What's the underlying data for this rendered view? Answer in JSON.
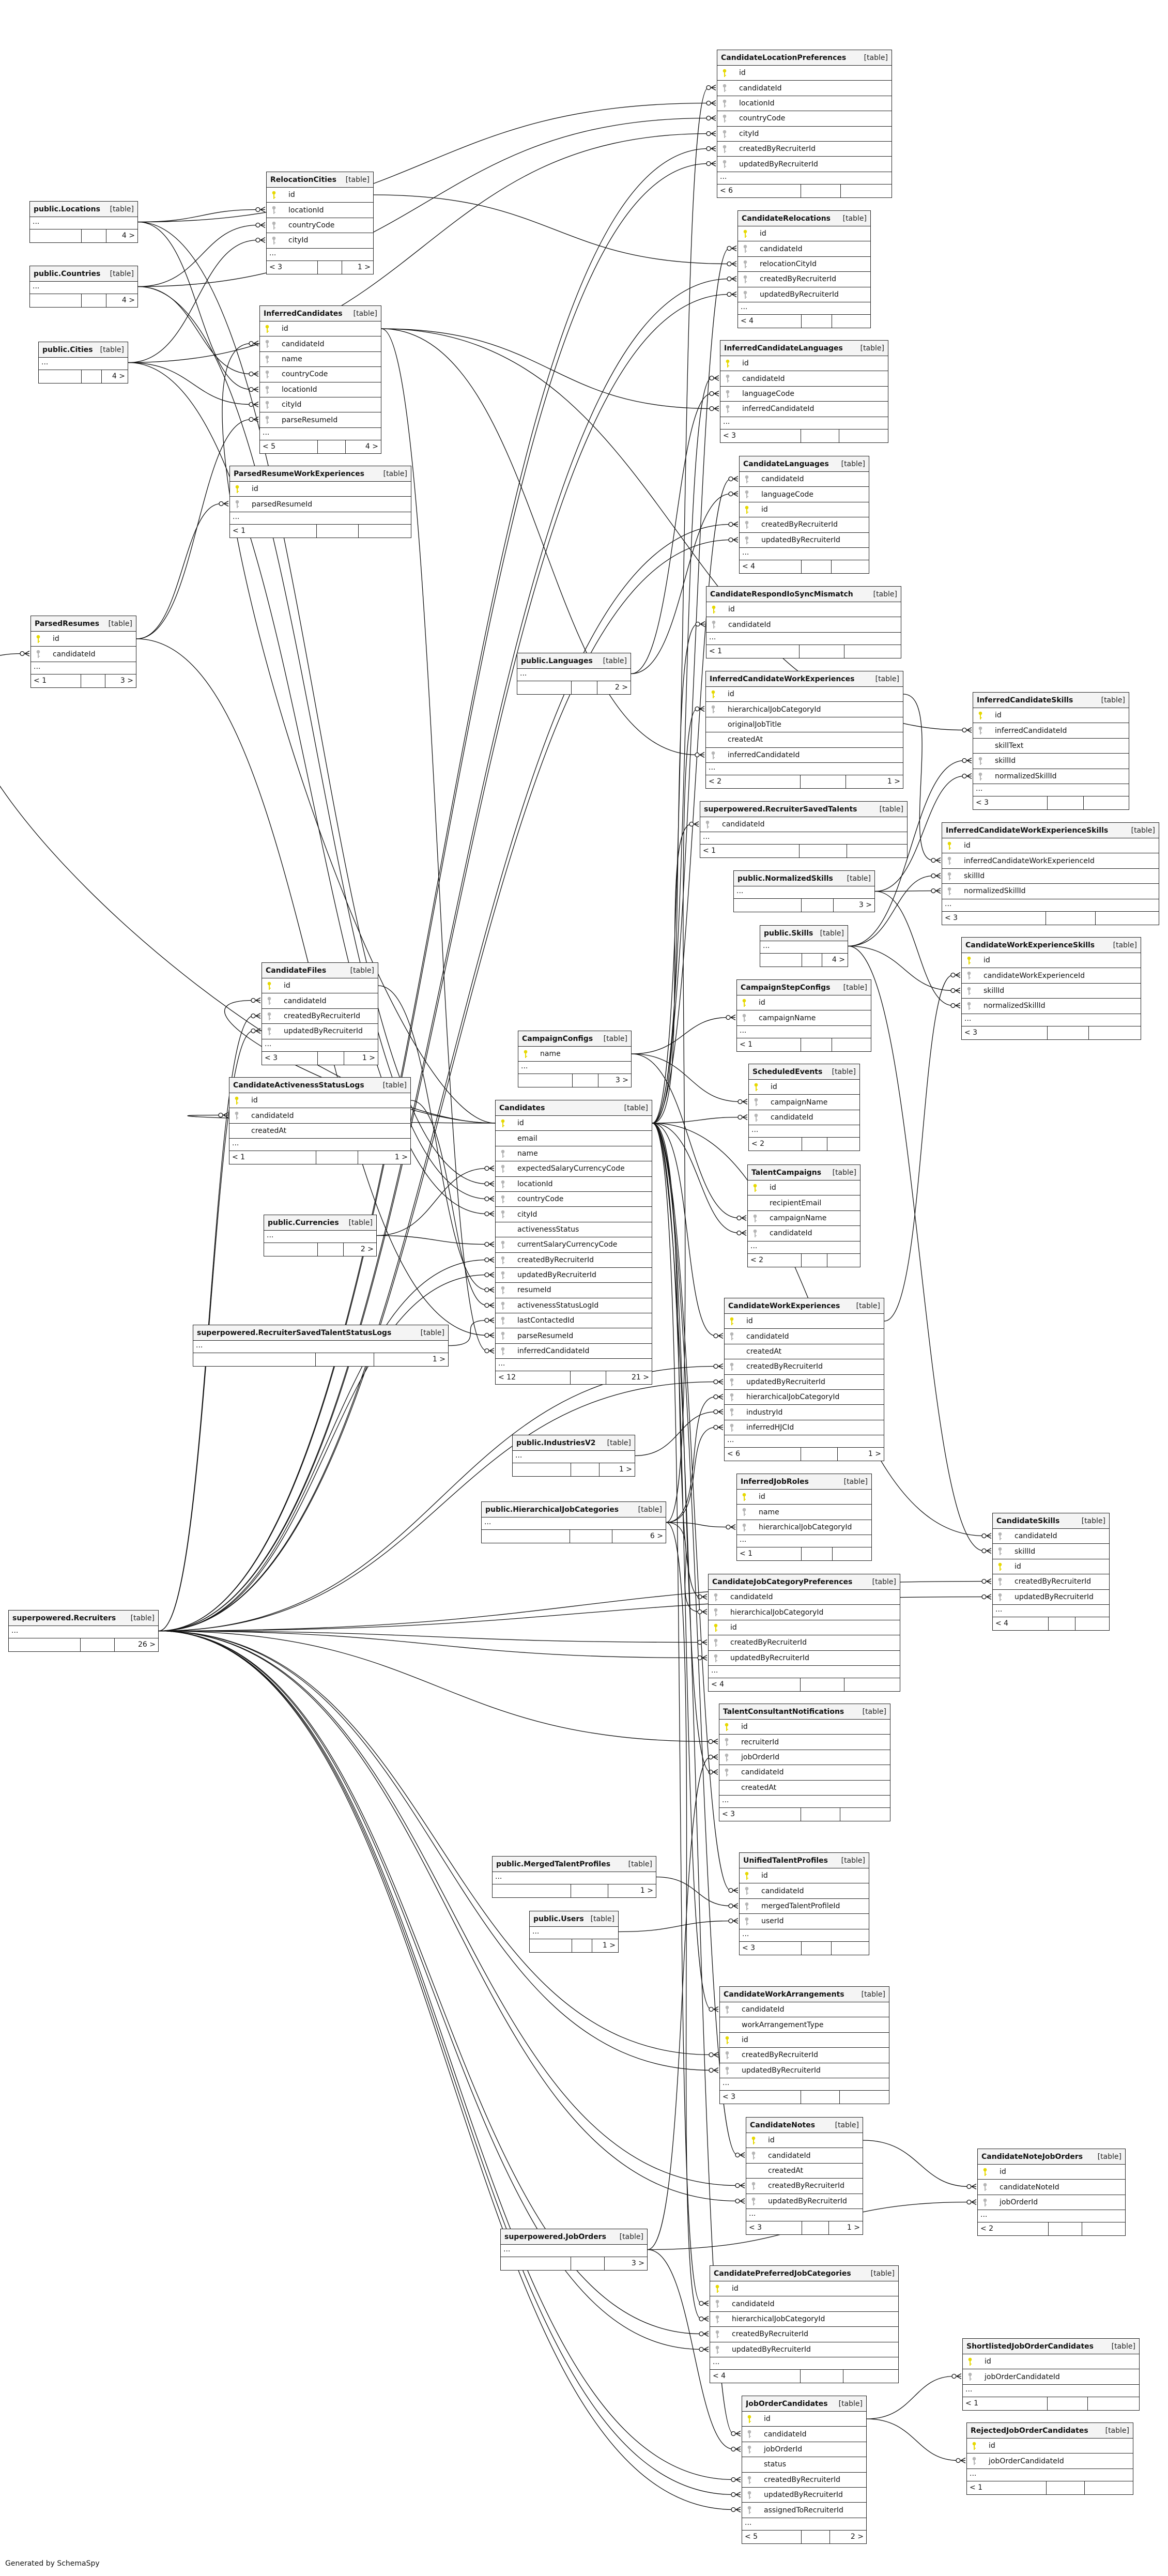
{
  "table_tag": "[table]",
  "ellipsis": "...",
  "footer_note": "Generated by SchemaSpy",
  "colors": {
    "pk_key": "#e6d800",
    "fk_key": "#b5b5b5",
    "line": "#111111",
    "header_bg": "#f4f4f4"
  },
  "tables": [
    {
      "name": "CandidateLocationPreferences",
      "rows": [
        {
          "n": "id",
          "k": "pk"
        },
        {
          "n": "candidateId",
          "k": "fk"
        },
        {
          "n": "locationId",
          "k": "fk"
        },
        {
          "n": "countryCode",
          "k": "fk"
        },
        {
          "n": "cityId",
          "k": "fk"
        },
        {
          "n": "createdByRecruiterId",
          "k": "fk"
        },
        {
          "n": "updatedByRecruiterId",
          "k": "fk"
        }
      ],
      "fl": "< 6"
    },
    {
      "name": "RelocationCities",
      "rows": [
        {
          "n": "id",
          "k": "pk"
        },
        {
          "n": "locationId",
          "k": "fk"
        },
        {
          "n": "countryCode",
          "k": "fk"
        },
        {
          "n": "cityId",
          "k": "fk"
        }
      ],
      "fl": "< 3",
      "fr": "1 >"
    },
    {
      "name": "public.Locations",
      "rows": [],
      "fr": "4 >"
    },
    {
      "name": "public.Countries",
      "rows": [],
      "fr": "4 >"
    },
    {
      "name": "public.Cities",
      "rows": [],
      "fr": "4 >"
    },
    {
      "name": "CandidateRelocations",
      "rows": [
        {
          "n": "id",
          "k": "pk"
        },
        {
          "n": "candidateId",
          "k": "fk"
        },
        {
          "n": "relocationCityId",
          "k": "fk"
        },
        {
          "n": "createdByRecruiterId",
          "k": "fk"
        },
        {
          "n": "updatedByRecruiterId",
          "k": "fk"
        }
      ],
      "fl": "< 4"
    },
    {
      "name": "InferredCandidates",
      "rows": [
        {
          "n": "id",
          "k": "pk"
        },
        {
          "n": "candidateId",
          "k": "fk"
        },
        {
          "n": "name",
          "k": "fk"
        },
        {
          "n": "countryCode",
          "k": "fk"
        },
        {
          "n": "locationId",
          "k": "fk"
        },
        {
          "n": "cityId",
          "k": "fk"
        },
        {
          "n": "parseResumeId",
          "k": "fk"
        }
      ],
      "fl": "< 5",
      "fr": "4 >"
    },
    {
      "name": "InferredCandidateLanguages",
      "rows": [
        {
          "n": "id",
          "k": "pk"
        },
        {
          "n": "candidateId",
          "k": "fk"
        },
        {
          "n": "languageCode",
          "k": "fk"
        },
        {
          "n": "inferredCandidateId",
          "k": "fk"
        }
      ],
      "fl": "< 3"
    },
    {
      "name": "ParsedResumeWorkExperiences",
      "rows": [
        {
          "n": "id",
          "k": "pk"
        },
        {
          "n": "parsedResumeId",
          "k": "fk"
        }
      ],
      "fl": "< 1"
    },
    {
      "name": "CandidateLanguages",
      "rows": [
        {
          "n": "candidateId",
          "k": "fk"
        },
        {
          "n": "languageCode",
          "k": "fk"
        },
        {
          "n": "id",
          "k": "pk"
        },
        {
          "n": "createdByRecruiterId",
          "k": "fk"
        },
        {
          "n": "updatedByRecruiterId",
          "k": "fk"
        }
      ],
      "fl": "< 4"
    },
    {
      "name": "ParsedResumes",
      "rows": [
        {
          "n": "id",
          "k": "pk"
        },
        {
          "n": "candidateId",
          "k": "fk"
        }
      ],
      "fl": "< 1",
      "fr": "3 >"
    },
    {
      "name": "CandidateRespondIoSyncMismatch",
      "rows": [
        {
          "n": "id",
          "k": "pk"
        },
        {
          "n": "candidateId",
          "k": "fk"
        }
      ],
      "fl": "< 1"
    },
    {
      "name": "public.Languages",
      "rows": [],
      "fr": "2 >"
    },
    {
      "name": "InferredCandidateWorkExperiences",
      "rows": [
        {
          "n": "id",
          "k": "pk"
        },
        {
          "n": "hierarchicalJobCategoryId",
          "k": "fk"
        },
        {
          "n": "originalJobTitle",
          "k": ""
        },
        {
          "n": "createdAt",
          "k": ""
        },
        {
          "n": "inferredCandidateId",
          "k": "fk"
        }
      ],
      "fl": "< 2",
      "fr": "1 >"
    },
    {
      "name": "InferredCandidateSkills",
      "rows": [
        {
          "n": "id",
          "k": "pk"
        },
        {
          "n": "inferredCandidateId",
          "k": "fk"
        },
        {
          "n": "skillText",
          "k": ""
        },
        {
          "n": "skillId",
          "k": "fk"
        },
        {
          "n": "normalizedSkillId",
          "k": "fk"
        }
      ],
      "fl": "< 3"
    },
    {
      "name": "superpowered.RecruiterSavedTalents",
      "rows": [
        {
          "n": "candidateId",
          "k": "fk"
        }
      ],
      "fl": "< 1"
    },
    {
      "name": "InferredCandidateWorkExperienceSkills",
      "rows": [
        {
          "n": "id",
          "k": "pk"
        },
        {
          "n": "inferredCandidateWorkExperienceId",
          "k": "fk"
        },
        {
          "n": "skillId",
          "k": "fk"
        },
        {
          "n": "normalizedSkillId",
          "k": "fk"
        }
      ],
      "fl": "< 3"
    },
    {
      "name": "public.NormalizedSkills",
      "rows": [],
      "fr": "3 >"
    },
    {
      "name": "public.Skills",
      "rows": [],
      "fr": "4 >"
    },
    {
      "name": "CandidateWorkExperienceSkills",
      "rows": [
        {
          "n": "id",
          "k": "pk"
        },
        {
          "n": "candidateWorkExperienceId",
          "k": "fk"
        },
        {
          "n": "skillId",
          "k": "fk"
        },
        {
          "n": "normalizedSkillId",
          "k": "fk"
        }
      ],
      "fl": "< 3"
    },
    {
      "name": "CandidateFiles",
      "rows": [
        {
          "n": "id",
          "k": "pk"
        },
        {
          "n": "candidateId",
          "k": "fk"
        },
        {
          "n": "createdByRecruiterId",
          "k": "fk"
        },
        {
          "n": "updatedByRecruiterId",
          "k": "fk"
        }
      ],
      "fl": "< 3",
      "fr": "1 >"
    },
    {
      "name": "CampaignStepConfigs",
      "rows": [
        {
          "n": "id",
          "k": "pk"
        },
        {
          "n": "campaignName",
          "k": "fk"
        }
      ],
      "fl": "< 1"
    },
    {
      "name": "CampaignConfigs",
      "rows": [
        {
          "n": "name",
          "k": "pk"
        }
      ],
      "fr": "3 >"
    },
    {
      "name": "CandidateActivenessStatusLogs",
      "rows": [
        {
          "n": "id",
          "k": "pk"
        },
        {
          "n": "candidateId",
          "k": "fk"
        },
        {
          "n": "createdAt",
          "k": ""
        }
      ],
      "fl": "< 1",
      "fr": "1 >"
    },
    {
      "name": "ScheduledEvents",
      "rows": [
        {
          "n": "id",
          "k": "pk"
        },
        {
          "n": "campaignName",
          "k": "fk"
        },
        {
          "n": "candidateId",
          "k": "fk"
        }
      ],
      "fl": "< 2"
    },
    {
      "name": "Candidates",
      "rows": [
        {
          "n": "id",
          "k": "pk"
        },
        {
          "n": "email",
          "k": ""
        },
        {
          "n": "name",
          "k": "fk"
        },
        {
          "n": "expectedSalaryCurrencyCode",
          "k": "fk"
        },
        {
          "n": "locationId",
          "k": "fk"
        },
        {
          "n": "countryCode",
          "k": "fk"
        },
        {
          "n": "cityId",
          "k": "fk"
        },
        {
          "n": "activenessStatus",
          "k": ""
        },
        {
          "n": "currentSalaryCurrencyCode",
          "k": "fk"
        },
        {
          "n": "createdByRecruiterId",
          "k": "fk"
        },
        {
          "n": "updatedByRecruiterId",
          "k": "fk"
        },
        {
          "n": "resumeId",
          "k": "fk"
        },
        {
          "n": "activenessStatusLogId",
          "k": "fk"
        },
        {
          "n": "lastContactedId",
          "k": "fk"
        },
        {
          "n": "parseResumeId",
          "k": "fk"
        },
        {
          "n": "inferredCandidateId",
          "k": "fk"
        }
      ],
      "fl": "< 12",
      "fr": "21 >"
    },
    {
      "name": "TalentCampaigns",
      "rows": [
        {
          "n": "id",
          "k": "pk"
        },
        {
          "n": "recipientEmail",
          "k": ""
        },
        {
          "n": "campaignName",
          "k": "fk"
        },
        {
          "n": "candidateId",
          "k": "fk"
        }
      ],
      "fl": "< 2"
    },
    {
      "name": "public.Currencies",
      "rows": [],
      "fr": "2 >"
    },
    {
      "name": "superpowered.RecruiterSavedTalentStatusLogs",
      "rows": [],
      "fr": "1 >"
    },
    {
      "name": "CandidateWorkExperiences",
      "rows": [
        {
          "n": "id",
          "k": "pk"
        },
        {
          "n": "candidateId",
          "k": "fk"
        },
        {
          "n": "createdAt",
          "k": ""
        },
        {
          "n": "createdByRecruiterId",
          "k": "fk"
        },
        {
          "n": "updatedByRecruiterId",
          "k": "fk"
        },
        {
          "n": "hierarchicalJobCategoryId",
          "k": "fk"
        },
        {
          "n": "industryId",
          "k": "fk"
        },
        {
          "n": "inferredHJCId",
          "k": "fk"
        }
      ],
      "fl": "< 6",
      "fr": "1 >"
    },
    {
      "name": "public.IndustriesV2",
      "rows": [],
      "fr": "1 >"
    },
    {
      "name": "public.HierarchicalJobCategories",
      "rows": [],
      "fr": "6 >"
    },
    {
      "name": "InferredJobRoles",
      "rows": [
        {
          "n": "id",
          "k": "pk"
        },
        {
          "n": "name",
          "k": "fk"
        },
        {
          "n": "hierarchicalJobCategoryId",
          "k": "fk"
        }
      ],
      "fl": "< 1"
    },
    {
      "name": "CandidateSkills",
      "rows": [
        {
          "n": "candidateId",
          "k": "fk"
        },
        {
          "n": "skillId",
          "k": "fk"
        },
        {
          "n": "id",
          "k": "pk"
        },
        {
          "n": "createdByRecruiterId",
          "k": "fk"
        },
        {
          "n": "updatedByRecruiterId",
          "k": "fk"
        }
      ],
      "fl": "< 4"
    },
    {
      "name": "superpowered.Recruiters",
      "rows": [],
      "fr": "26 >"
    },
    {
      "name": "CandidateJobCategoryPreferences",
      "rows": [
        {
          "n": "candidateId",
          "k": "fk"
        },
        {
          "n": "hierarchicalJobCategoryId",
          "k": "fk"
        },
        {
          "n": "id",
          "k": "pk"
        },
        {
          "n": "createdByRecruiterId",
          "k": "fk"
        },
        {
          "n": "updatedByRecruiterId",
          "k": "fk"
        }
      ],
      "fl": "< 4"
    },
    {
      "name": "TalentConsultantNotifications",
      "rows": [
        {
          "n": "id",
          "k": "pk"
        },
        {
          "n": "recruiterId",
          "k": "fk"
        },
        {
          "n": "jobOrderId",
          "k": "fk"
        },
        {
          "n": "candidateId",
          "k": "fk"
        },
        {
          "n": "createdAt",
          "k": ""
        }
      ],
      "fl": "< 3"
    },
    {
      "name": "public.MergedTalentProfiles",
      "rows": [],
      "fr": "1 >"
    },
    {
      "name": "public.Users",
      "rows": [],
      "fr": "1 >"
    },
    {
      "name": "UnifiedTalentProfiles",
      "rows": [
        {
          "n": "id",
          "k": "pk"
        },
        {
          "n": "candidateId",
          "k": "fk"
        },
        {
          "n": "mergedTalentProfileId",
          "k": "fk"
        },
        {
          "n": "userId",
          "k": "fk"
        }
      ],
      "fl": "< 3"
    },
    {
      "name": "CandidateWorkArrangements",
      "rows": [
        {
          "n": "candidateId",
          "k": "fk"
        },
        {
          "n": "workArrangementType",
          "k": ""
        },
        {
          "n": "id",
          "k": "pk"
        },
        {
          "n": "createdByRecruiterId",
          "k": "fk"
        },
        {
          "n": "updatedByRecruiterId",
          "k": "fk"
        }
      ],
      "fl": "< 3"
    },
    {
      "name": "CandidateNotes",
      "rows": [
        {
          "n": "id",
          "k": "pk"
        },
        {
          "n": "candidateId",
          "k": "fk"
        },
        {
          "n": "createdAt",
          "k": ""
        },
        {
          "n": "createdByRecruiterId",
          "k": "fk"
        },
        {
          "n": "updatedByRecruiterId",
          "k": "fk"
        }
      ],
      "fl": "< 3",
      "fr": "1 >"
    },
    {
      "name": "CandidateNoteJobOrders",
      "rows": [
        {
          "n": "id",
          "k": "pk"
        },
        {
          "n": "candidateNoteId",
          "k": "fk"
        },
        {
          "n": "jobOrderId",
          "k": "fk"
        }
      ],
      "fl": "< 2"
    },
    {
      "name": "superpowered.JobOrders",
      "rows": [],
      "fr": "3 >"
    },
    {
      "name": "CandidatePreferredJobCategories",
      "rows": [
        {
          "n": "id",
          "k": "pk"
        },
        {
          "n": "candidateId",
          "k": "fk"
        },
        {
          "n": "hierarchicalJobCategoryId",
          "k": "fk"
        },
        {
          "n": "createdByRecruiterId",
          "k": "fk"
        },
        {
          "n": "updatedByRecruiterId",
          "k": "fk"
        }
      ],
      "fl": "< 4"
    },
    {
      "name": "ShortlistedJobOrderCandidates",
      "rows": [
        {
          "n": "id",
          "k": "pk"
        },
        {
          "n": "jobOrderCandidateId",
          "k": "fk"
        }
      ],
      "fl": "< 1"
    },
    {
      "name": "JobOrderCandidates",
      "rows": [
        {
          "n": "id",
          "k": "pk"
        },
        {
          "n": "candidateId",
          "k": "fk"
        },
        {
          "n": "jobOrderId",
          "k": "fk"
        },
        {
          "n": "status",
          "k": ""
        },
        {
          "n": "createdByRecruiterId",
          "k": "fk"
        },
        {
          "n": "updatedByRecruiterId",
          "k": "fk"
        },
        {
          "n": "assignedToRecruiterId",
          "k": "fk"
        }
      ],
      "fl": "< 5",
      "fr": "2 >"
    },
    {
      "name": "RejectedJobOrderCandidates",
      "rows": [
        {
          "n": "id",
          "k": "pk"
        },
        {
          "n": "jobOrderCandidateId",
          "k": "fk"
        }
      ],
      "fl": "< 1"
    }
  ]
}
